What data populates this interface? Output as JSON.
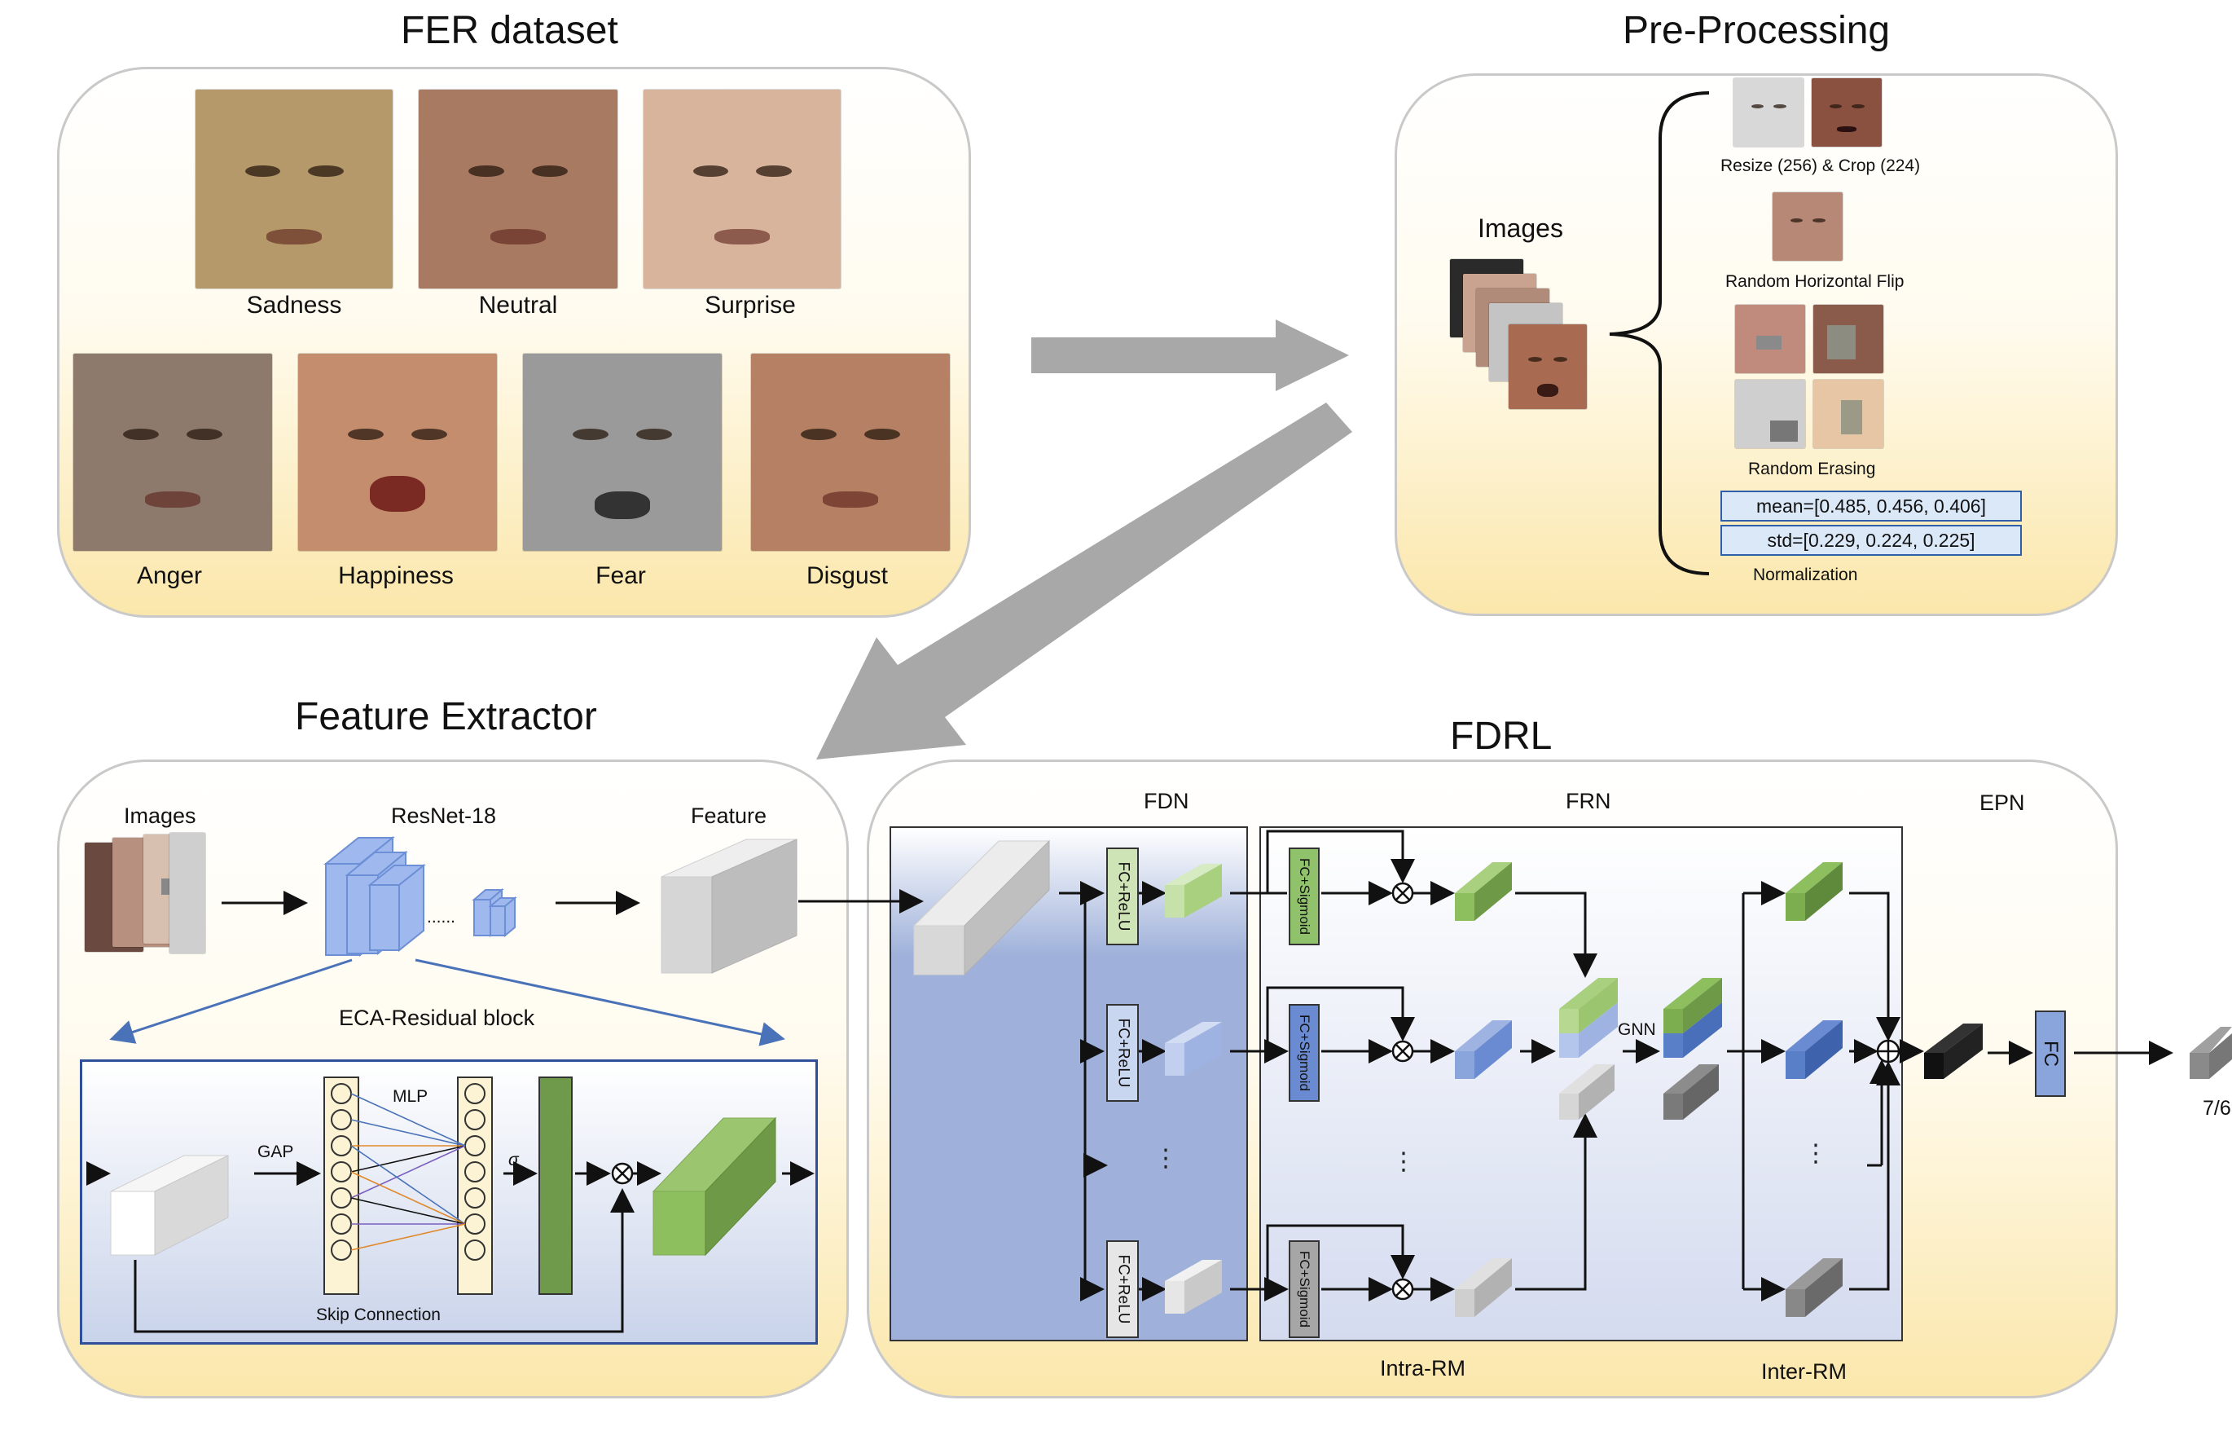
{
  "fer": {
    "title": "FER dataset",
    "faces": [
      {
        "label": "Sadness",
        "tone": "#b5996a"
      },
      {
        "label": "Neutral",
        "tone": "#a87a62"
      },
      {
        "label": "Surprise",
        "tone": "#d9b49d"
      },
      {
        "label": "Anger",
        "tone": "#8d7a6d"
      },
      {
        "label": "Happiness",
        "tone": "#c48d6e"
      },
      {
        "label": "Fear",
        "tone": "#9a9a9a"
      },
      {
        "label": "Disgust",
        "tone": "#b58064"
      }
    ]
  },
  "pre": {
    "title": "Pre-Processing",
    "images_label": "Images",
    "resize_label": "Resize (256) & Crop (224)",
    "flip_label": "Random Horizontal Flip",
    "erasing_label": "Random Erasing",
    "mean": "mean=[0.485, 0.456, 0.406]",
    "std": "std=[0.229, 0.224, 0.225]",
    "normalization_label": "Normalization"
  },
  "fe": {
    "title": "Feature Extractor",
    "images_label": "Images",
    "resnet_label": "ResNet-18",
    "resnet_dots": "......",
    "feature_label": "Feature",
    "eca_label": "ECA-Residual block",
    "gap_label": "GAP",
    "mlp_label": "MLP",
    "sigma_label": "σ",
    "skip_label": "Skip Connection"
  },
  "fdrl": {
    "title": "FDRL",
    "fdn_label": "FDN",
    "frn_label": "FRN",
    "epn_label": "EPN",
    "fc_relu": "FC+ReLU",
    "fc_sigmoid": "FC+Sigmoid",
    "gnn_label": "GNN",
    "intra_rm": "Intra-RM",
    "inter_rm": "Inter-RM",
    "fc_label": "FC",
    "output_label": "7/6",
    "vdots": "⋮"
  },
  "colors": {
    "panel_border": "#c9c9c9",
    "arrow_gray": "#a8a8a8",
    "blue_line": "#4a72b8",
    "green": "#7cae4f",
    "light_green": "#b8d89a",
    "blue": "#5a7fc9",
    "light_blue": "#aabce6",
    "gray": "#9a9a9a"
  }
}
